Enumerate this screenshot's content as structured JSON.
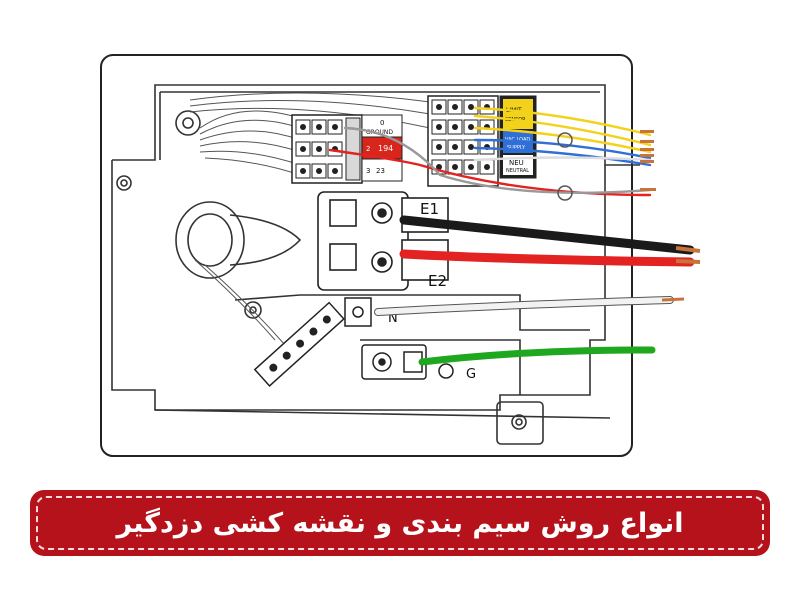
{
  "diagram": {
    "terminal_labels": {
      "e1": "E1",
      "e2": "E2",
      "n": "N",
      "g": "G"
    },
    "block_left": {
      "row1": "0",
      "ground": "GROUND",
      "row2_num": "2",
      "row2_val": "194",
      "row3_num": "3",
      "row3_val": "23"
    },
    "block_right": {
      "lim_title": "LIMIT",
      "lim_sub": "SENSOR",
      "vac_title": "VAC LOAD",
      "vac_sub": "SUPPLY",
      "neu_title": "NEU",
      "neu_sub": "NEUTRAL"
    },
    "wire_colors": {
      "black": "#1a1a1a",
      "red": "#e32222",
      "white": "#f2f2f2",
      "green": "#1fa81f",
      "yellow": "#f2d21a",
      "blue": "#2f6fd6",
      "copper": "#c8733a"
    }
  },
  "banner": {
    "text": "انواع روش سیم بندی و نقشه کشی دزدگیر",
    "color": "#b5121b"
  }
}
